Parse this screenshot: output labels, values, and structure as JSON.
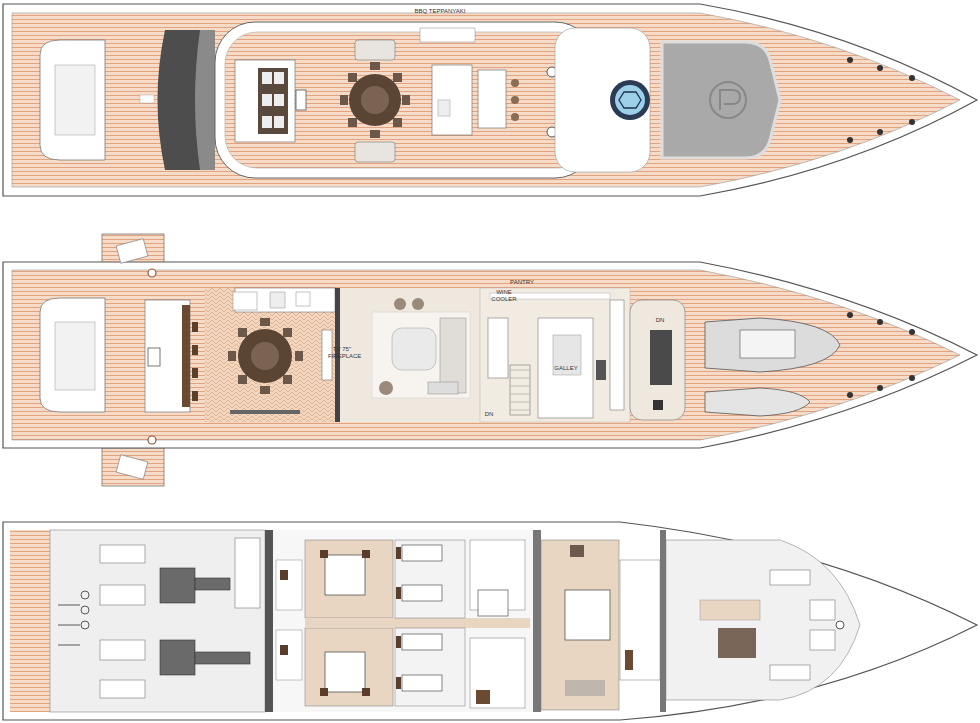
{
  "diagram": {
    "labels": [
      "BBQ TEPPANYAKI",
      "WINE COOLER",
      "PANTRY",
      "GALLEY",
      "TV 75\" FIREPLACE",
      "DN",
      "DN"
    ]
  }
}
